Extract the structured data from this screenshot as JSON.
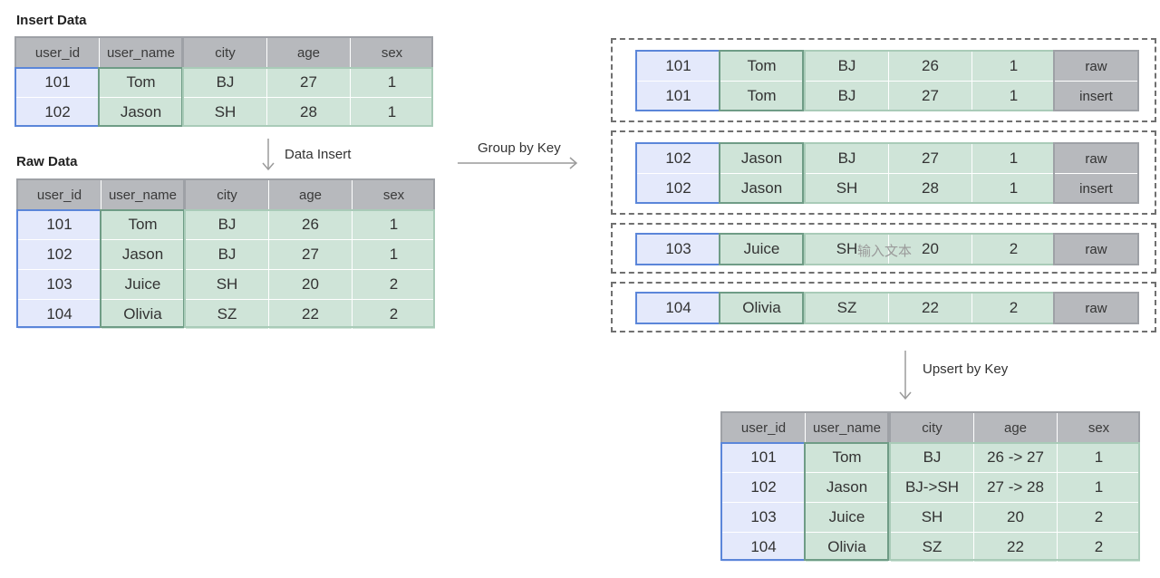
{
  "insert_data": {
    "title": "Insert Data",
    "headers": [
      "user_id",
      "user_name",
      "city",
      "age",
      "sex"
    ],
    "rows": [
      [
        "101",
        "Tom",
        "BJ",
        "27",
        "1"
      ],
      [
        "102",
        "Jason",
        "SH",
        "28",
        "1"
      ]
    ]
  },
  "raw_data": {
    "title": "Raw Data",
    "headers": [
      "user_id",
      "user_name",
      "city",
      "age",
      "sex"
    ],
    "rows": [
      [
        "101",
        "Tom",
        "BJ",
        "26",
        "1"
      ],
      [
        "102",
        "Jason",
        "BJ",
        "27",
        "1"
      ],
      [
        "103",
        "Juice",
        "SH",
        "20",
        "2"
      ],
      [
        "104",
        "Olivia",
        "SZ",
        "22",
        "2"
      ]
    ]
  },
  "arrows": {
    "data_insert": "Data Insert",
    "group_by_key": "Group by Key",
    "upsert_by_key": "Upsert by Key"
  },
  "groups": [
    {
      "rows": [
        [
          "101",
          "Tom",
          "BJ",
          "26",
          "1",
          "raw"
        ],
        [
          "101",
          "Tom",
          "BJ",
          "27",
          "1",
          "insert"
        ]
      ]
    },
    {
      "rows": [
        [
          "102",
          "Jason",
          "BJ",
          "27",
          "1",
          "raw"
        ],
        [
          "102",
          "Jason",
          "SH",
          "28",
          "1",
          "insert"
        ]
      ]
    },
    {
      "rows": [
        [
          "103",
          "Juice",
          "SH",
          "20",
          "2",
          "raw"
        ]
      ]
    },
    {
      "rows": [
        [
          "104",
          "Olivia",
          "SZ",
          "22",
          "2",
          "raw"
        ]
      ]
    }
  ],
  "overlay_text": "输入文本",
  "result": {
    "headers": [
      "user_id",
      "user_name",
      "city",
      "age",
      "sex"
    ],
    "rows": [
      [
        "101",
        "Tom",
        "BJ",
        "26 -> 27",
        "1"
      ],
      [
        "102",
        "Jason",
        "BJ->SH",
        "27 -> 28",
        "1"
      ],
      [
        "103",
        "Juice",
        "SH",
        "20",
        "2"
      ],
      [
        "104",
        "Olivia",
        "SZ",
        "22",
        "2"
      ]
    ]
  },
  "colors": {
    "header_gray": "#b7b9bd",
    "key_blue_fill": "#e4e9fb",
    "key_blue_border": "#5b86d9",
    "value_green_fill": "#cfe4d8",
    "name_green_border": "#6f9c86"
  }
}
